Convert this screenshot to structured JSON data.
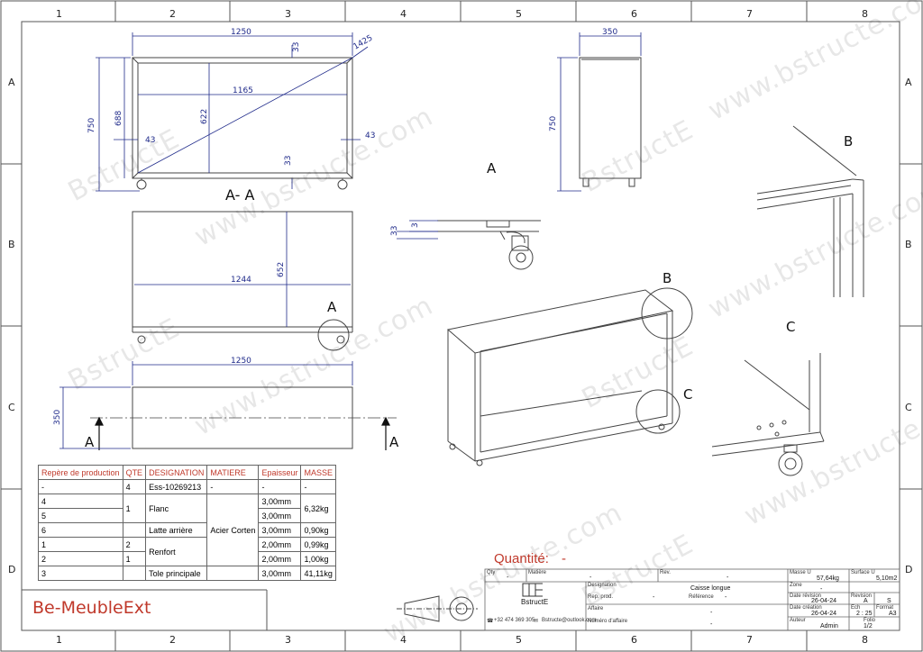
{
  "watermark": "www.bstructe.com",
  "watermark_brand": "BstructE",
  "zones": {
    "columns": [
      "1",
      "2",
      "3",
      "4",
      "5",
      "6",
      "7",
      "8"
    ],
    "rows": [
      "A",
      "B",
      "C",
      "D"
    ]
  },
  "views": {
    "section_label": "A- A",
    "view_letter_a": "A",
    "detail_b": "B",
    "detail_c": "C",
    "detail_a": "A",
    "section_arrow": "A"
  },
  "dimensions": {
    "front_width": "1250",
    "front_height": "750",
    "inner_height": "688",
    "inner_width": "1165",
    "inner_height_2": "622",
    "top_thickness": "33",
    "bottom_thickness": "33",
    "left_offset": "43",
    "right_offset": "43",
    "diagonal": "1425",
    "side_width": "350",
    "side_height": "750",
    "plan_width": "1244",
    "plan_height": "652",
    "detail_33": "33",
    "detail_3": "3",
    "top_view_width": "1250",
    "top_view_depth": "350"
  },
  "bom": {
    "headers": [
      "Repère de production",
      "QTE",
      "DESIGNATION",
      "MATIERE",
      "Epaisseur",
      "MASSE"
    ],
    "rows": [
      [
        "-",
        "4",
        "Ess-10269213",
        "-",
        "-",
        "-"
      ],
      [
        "4",
        "",
        "",
        "",
        "3,00mm",
        ""
      ],
      [
        "5",
        "",
        "",
        "",
        "3,00mm",
        ""
      ],
      [
        "6",
        "",
        "",
        "",
        "3,00mm",
        "0,90kg"
      ],
      [
        "1",
        "2",
        "",
        "",
        "2,00mm",
        "0,99kg"
      ],
      [
        "2",
        "",
        "",
        "",
        "2,00mm",
        "1,00kg"
      ],
      [
        "3",
        "",
        "Tole principale",
        "",
        "3,00mm",
        "41,11kg"
      ]
    ],
    "merged": {
      "qte_flanc": "1",
      "qte_renfort": "1",
      "flanc": "Flanc",
      "latte": "Latte arrière",
      "renfort": "Renfort",
      "matiere": "Acier Corten",
      "masse_flanc": "6,32kg"
    }
  },
  "quantity": {
    "label": "Quantité:",
    "value": "-"
  },
  "drawing_title": "Be-MeubleExt",
  "title_block": {
    "logo_text": "BstructE",
    "phone": "+32 474 369 305",
    "email": "Bstructe@outlook.com",
    "qty_label": "Qty",
    "qty_value": "-",
    "matiere_label": "Matière",
    "matiere_value": "-",
    "rev_label": "Rev.",
    "rev_value": "-",
    "masse_label": "Masse U",
    "masse_value": "57,64kg",
    "surface_label": "Surface U",
    "surface_value": "5,10m2",
    "designation_label": "Designation",
    "designation_value": "Caisse longue",
    "zone_label": "Zone",
    "zone_value": "-",
    "rep_prod_label": "Rep. prod.",
    "rep_prod_value": "-",
    "reference_label": "Référence",
    "reference_value": "-",
    "date_rev_label": "Date révision",
    "date_rev_value": "26-04-24",
    "revision_label": "Revision",
    "revision_value": "A",
    "revision_s": "S",
    "affaire_label": "Affaire",
    "affaire_value": "-",
    "date_creation_label": "Date création",
    "date_creation_value": "26-04-24",
    "ech_label": "Ech",
    "ech_value": "2 : 25",
    "format_label": "Format",
    "format_value": "A3",
    "numero_label": "Numéro d'affaire",
    "numero_value": "-",
    "auteur_label": "Auteur",
    "auteur_value": "Admin",
    "folio_label": "Folio",
    "folio_value": "1/2"
  }
}
